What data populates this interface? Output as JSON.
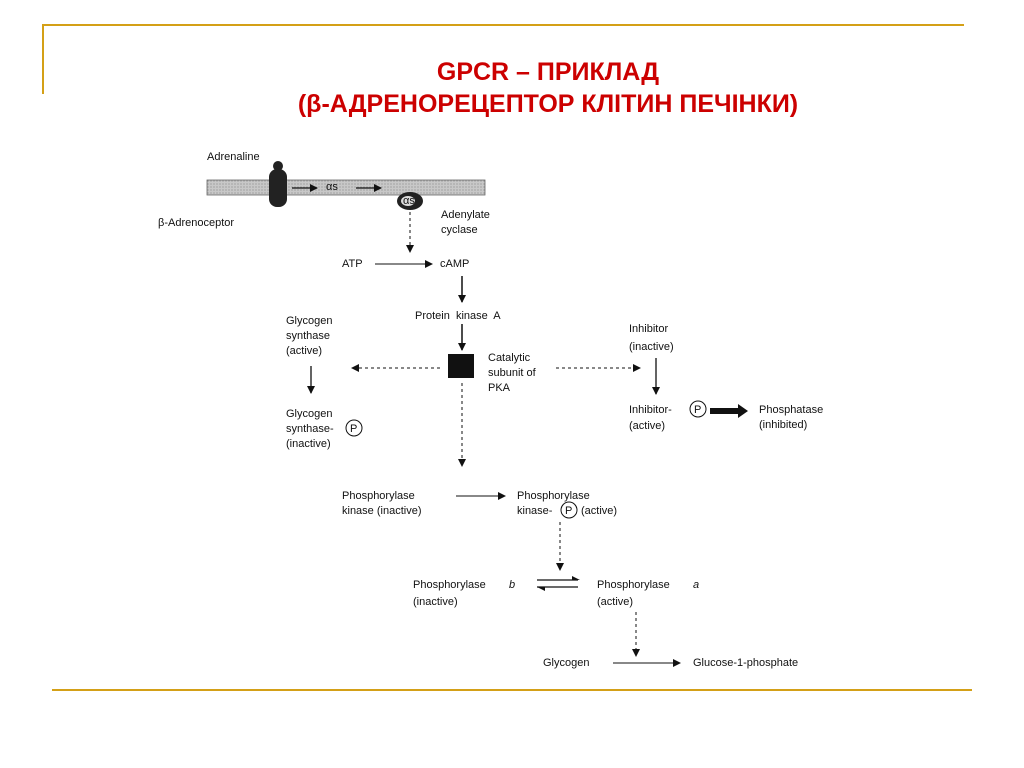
{
  "slide": {
    "title_line1": "GPCR – ПРИКЛАД",
    "title_line2": "(β-АДРЕНОРЕЦЕПТОР КЛІТИН ПЕЧІНКИ)",
    "accent_color": "#d4a017",
    "title_color": "#cc0000"
  },
  "diagram": {
    "adrenaline": "Adrenaline",
    "receptor": "β-Adrenoceptor",
    "alpha_s_membrane": "αs",
    "alpha_s_protein": "αs",
    "adenylate_cyclase": [
      "Adenylate",
      "cyclase"
    ],
    "atp": "ATP",
    "camp": "cAMP",
    "pka": "Protein  kinase  A",
    "catalytic": [
      "Catalytic",
      "subunit of",
      "PKA"
    ],
    "gs_active": [
      "Glycogen",
      "synthase",
      "(active)"
    ],
    "gs_inactive": [
      "Glycogen",
      "synthase-",
      "(inactive)"
    ],
    "inhibitor_inactive": [
      "Inhibitor",
      "(inactive)"
    ],
    "inhibitor_active": [
      "Inhibitor-",
      "(active)"
    ],
    "phosphatase": [
      "Phosphatase",
      "(inhibited)"
    ],
    "pk_inactive": [
      "Phosphorylase",
      "kinase (inactive)"
    ],
    "pk_active": [
      "Phosphorylase",
      "kinase-",
      "(active)"
    ],
    "phos_b": [
      "Phosphorylase",
      "b",
      "(inactive)"
    ],
    "phos_a": [
      "Phosphorylase",
      "a",
      "(active)"
    ],
    "glycogen": "Glycogen",
    "g1p": "Glucose-1-phosphate",
    "p_symbol": "P"
  }
}
